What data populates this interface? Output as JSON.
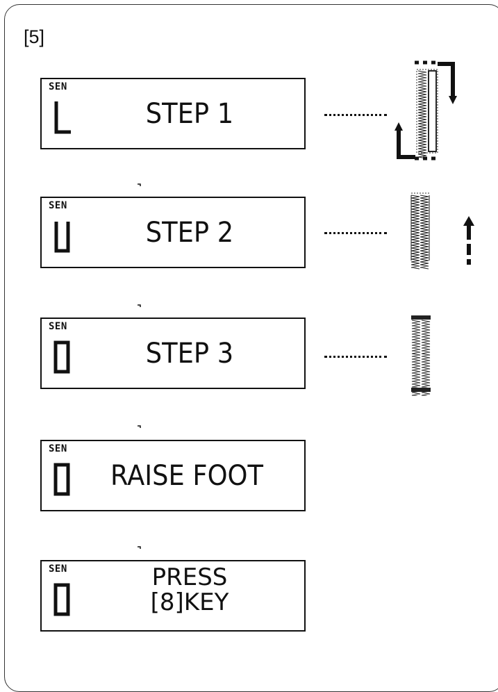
{
  "figure": {
    "label": "[5]"
  },
  "displays": [
    {
      "sen": "SEN",
      "indicator": "L-icon",
      "message": "STEP 1"
    },
    {
      "sen": "SEN",
      "indicator": "U-icon",
      "message": "STEP 2"
    },
    {
      "sen": "SEN",
      "indicator": "box-icon",
      "message": "STEP 3"
    },
    {
      "sen": "SEN",
      "indicator": "box-icon",
      "message": "RAISE FOOT"
    },
    {
      "sen": "SEN",
      "indicator": "box-icon",
      "message_lines": [
        "PRESS",
        "[8]KEY"
      ]
    }
  ],
  "illustrations": [
    {
      "step": 1,
      "icon": "buttonhole-step1-icon"
    },
    {
      "step": 2,
      "icon": "buttonhole-step2-icon"
    },
    {
      "step": 3,
      "icon": "buttonhole-step3-icon"
    }
  ]
}
